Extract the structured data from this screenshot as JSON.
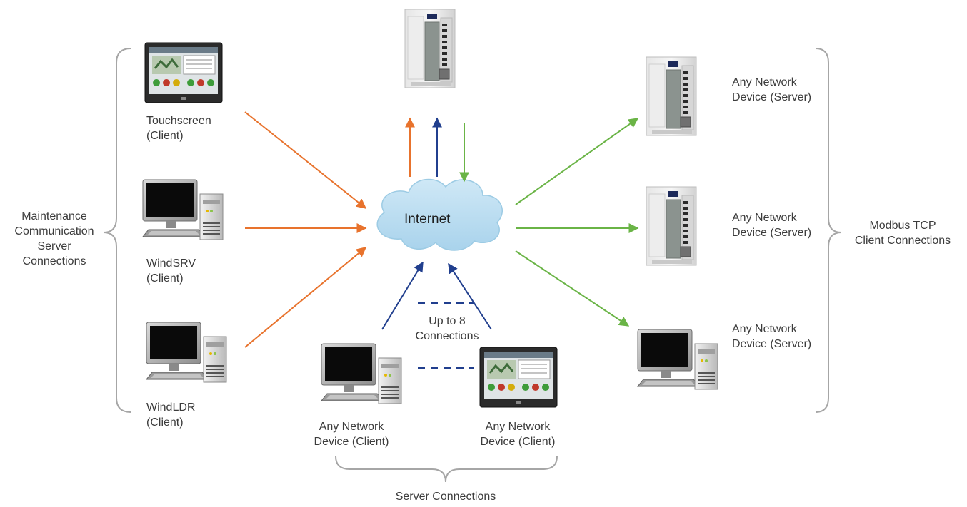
{
  "cloud": {
    "label": "Internet",
    "fill": "#bfe0f2"
  },
  "colors": {
    "orange": "#e8732d",
    "blue": "#213f8e",
    "green": "#6ab446",
    "bracket": "#a6a6a6"
  },
  "left_group": {
    "label_lines": [
      "Maintenance",
      "Communication",
      "Server",
      "Connections"
    ],
    "devices": [
      {
        "icon": "touchscreen-icon",
        "line1": "Touchscreen",
        "line2": "(Client)"
      },
      {
        "icon": "computer-icon",
        "line1": "WindSRV",
        "line2": "(Client)"
      },
      {
        "icon": "computer-icon",
        "line1": "WindLDR",
        "line2": "(Client)"
      }
    ]
  },
  "right_group": {
    "label_lines": [
      "Modbus TCP",
      "Client Connections"
    ],
    "devices": [
      {
        "icon": "plc-icon",
        "line1": "Any Network",
        "line2": "Device (Server)"
      },
      {
        "icon": "plc-icon",
        "line1": "Any Network",
        "line2": "Device (Server)"
      },
      {
        "icon": "computer-icon",
        "line1": "Any Network",
        "line2": "Device (Server)"
      }
    ]
  },
  "bottom_group": {
    "label": "Server Connections",
    "note_lines": [
      "Up to 8",
      "Connections"
    ],
    "devices": [
      {
        "icon": "computer-icon",
        "line1": "Any Network",
        "line2": "Device (Client)"
      },
      {
        "icon": "touchscreen-icon",
        "line1": "Any Network",
        "line2": "Device (Client)"
      }
    ]
  },
  "top_device": {
    "icon": "plc-icon"
  }
}
